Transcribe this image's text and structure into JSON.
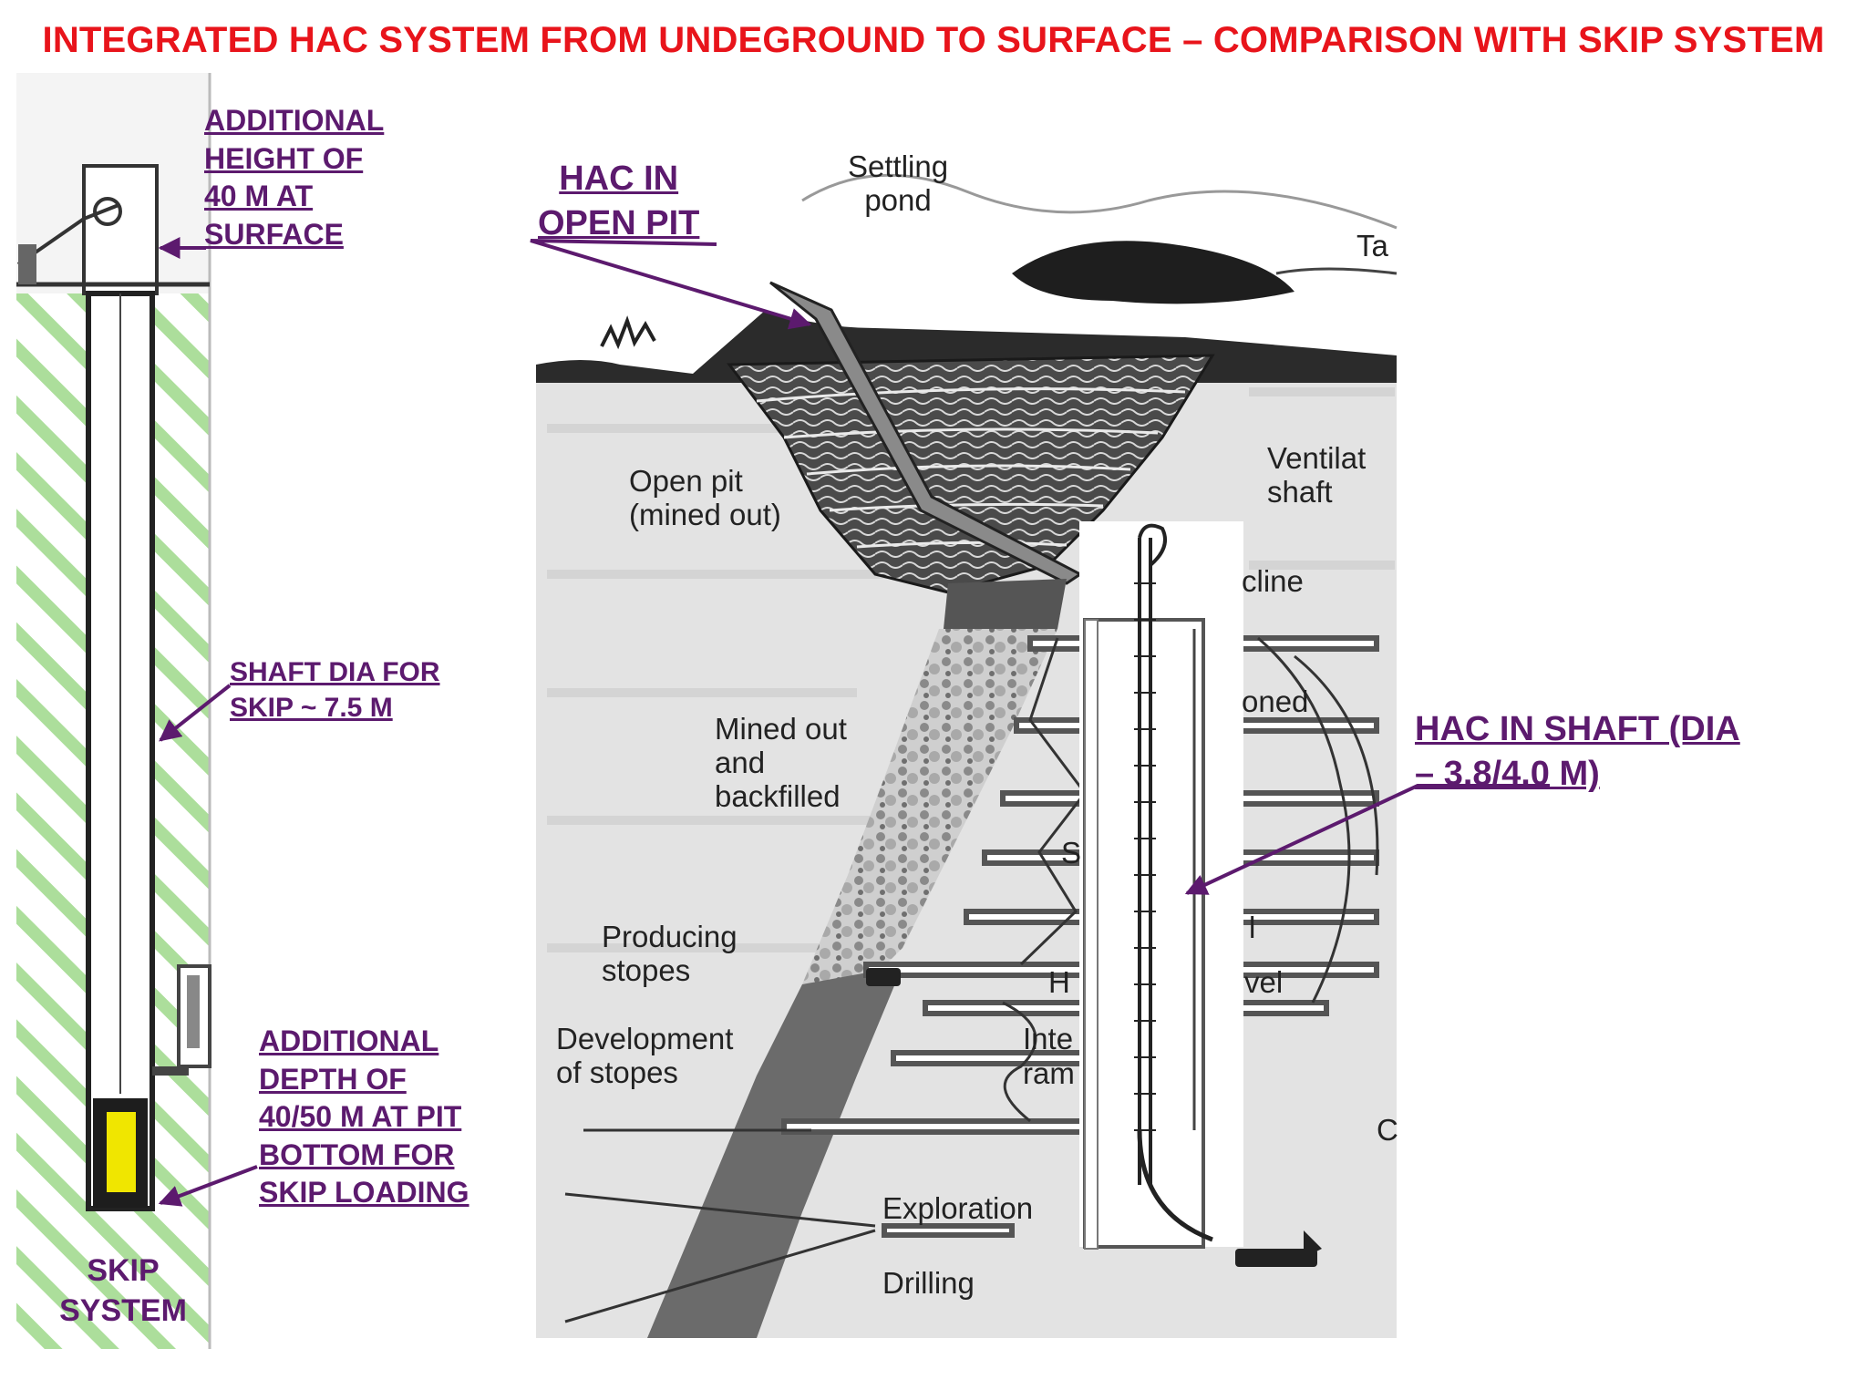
{
  "title": "INTEGRATED HAC SYSTEM FROM UNDEGROUND TO SURFACE – COMPARISON WITH SKIP SYSTEM",
  "callouts": {
    "surface_height": [
      "ADDITIONAL",
      "HEIGHT OF",
      "40 M AT",
      "SURFACE"
    ],
    "shaft_dia": [
      "SHAFT DIA FOR",
      "SKIP ~ 7.5 M"
    ],
    "pit_depth": [
      "ADDITIONAL",
      "DEPTH OF",
      "40/50 M AT PIT",
      "BOTTOM FOR",
      "SKIP LOADING"
    ],
    "skip_system": [
      "SKIP",
      "SYSTEM"
    ],
    "hac_open_pit": [
      "HAC IN",
      "OPEN PIT"
    ],
    "hac_shaft": [
      "HAC IN SHAFT (DIA",
      "– 3.8/4.0 M)"
    ]
  },
  "diagram_labels": {
    "settling_pond": [
      "Settling",
      "pond"
    ],
    "ta": "Ta",
    "open_pit": [
      "Open pit",
      "(mined out)"
    ],
    "ventilation_shaft": [
      "Ventilat",
      "shaft"
    ],
    "decline": "cline",
    "abandoned": "oned",
    "mined_out": [
      "Mined out",
      "and",
      "backfilled"
    ],
    "producing_stopes": [
      "Producing",
      "stopes"
    ],
    "development": [
      "Development",
      "of stopes"
    ],
    "exploration": "Exploration",
    "drilling": "Drilling",
    "s": "S",
    "l": "l",
    "h": "H",
    "level": "vel",
    "inte": "Inte",
    "ram": "ram",
    "c": "C"
  },
  "colors": {
    "title": "#e8141b",
    "callout": "#5c1a6e",
    "hatch": "#9ed88a",
    "skip": "#f0e600"
  }
}
